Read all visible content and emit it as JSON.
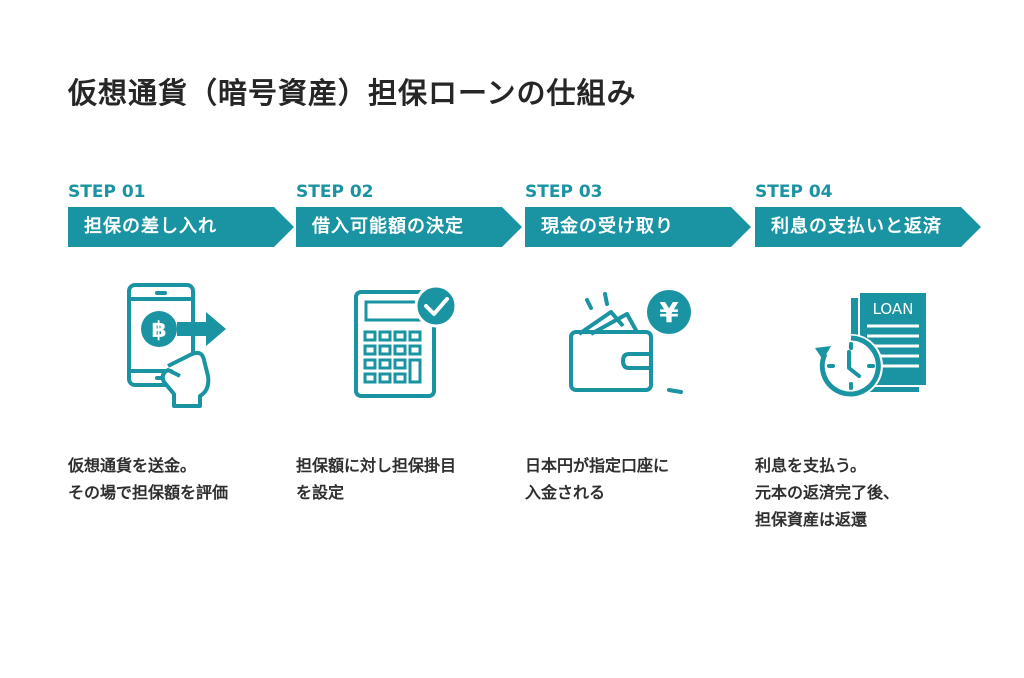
{
  "title": "仮想通貨（暗号資産）担保ローンの仕組み",
  "accent_color": "#1a93a3",
  "steps": [
    {
      "label": "STEP 01",
      "banner": "担保の差し入れ",
      "icon": "phone-bitcoin-send-icon",
      "desc": [
        "仮想通貨を送金。",
        "その場で担保額を評価"
      ]
    },
    {
      "label": "STEP 02",
      "banner": "借入可能額の決定",
      "icon": "calculator-check-icon",
      "desc": [
        "担保額に対し担保掛目",
        "を設定"
      ]
    },
    {
      "label": "STEP 03",
      "banner": "現金の受け取り",
      "icon": "wallet-yen-icon",
      "desc": [
        "日本円が指定口座に",
        "入金される"
      ]
    },
    {
      "label": "STEP 04",
      "banner": "利息の支払いと返済",
      "icon": "clock-loan-document-icon",
      "desc": [
        "利息を支払う。",
        "元本の返済完了後、",
        "担保資産は返還"
      ]
    }
  ],
  "icon_texts": {
    "loan": "LOAN",
    "yen": "¥",
    "bitcoin": "฿"
  }
}
